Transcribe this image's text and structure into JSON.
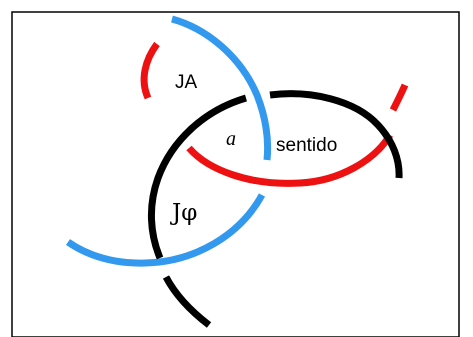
{
  "diagram": {
    "labels": {
      "ja": "JA",
      "alpha": "a",
      "sentido": "sentido",
      "jphi": "Jφ"
    },
    "colors": {
      "border": "#000000",
      "red_arc": "#ee1111",
      "blue_arc": "#3399ee",
      "black_arc": "#000000",
      "background": "#ffffff"
    }
  }
}
